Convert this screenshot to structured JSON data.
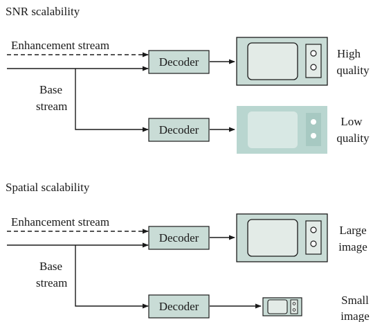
{
  "snr": {
    "heading": "SNR scalability",
    "enhancement_label": "Enhancement stream",
    "base_label_1": "Base",
    "base_label_2": "stream",
    "decoder_top": "Decoder",
    "decoder_bottom": "Decoder",
    "out_top_1": "High",
    "out_top_2": "quality",
    "out_bottom_1": "Low",
    "out_bottom_2": "quality"
  },
  "spatial": {
    "heading": "Spatial scalability",
    "enhancement_label": "Enhancement stream",
    "base_label_1": "Base",
    "base_label_2": "stream",
    "decoder_top": "Decoder",
    "decoder_bottom": "Decoder",
    "out_top_1": "Large",
    "out_top_2": "image",
    "out_bottom_1": "Small",
    "out_bottom_2": "image"
  },
  "colors": {
    "decoder_fill": "#c9dcd6",
    "tv_full_case": "#c9dcd6",
    "tv_full_screen": "#e3ebe7",
    "tv_faded_case": "#b9d6d0",
    "tv_faded_screen": "#d8e8e4"
  }
}
